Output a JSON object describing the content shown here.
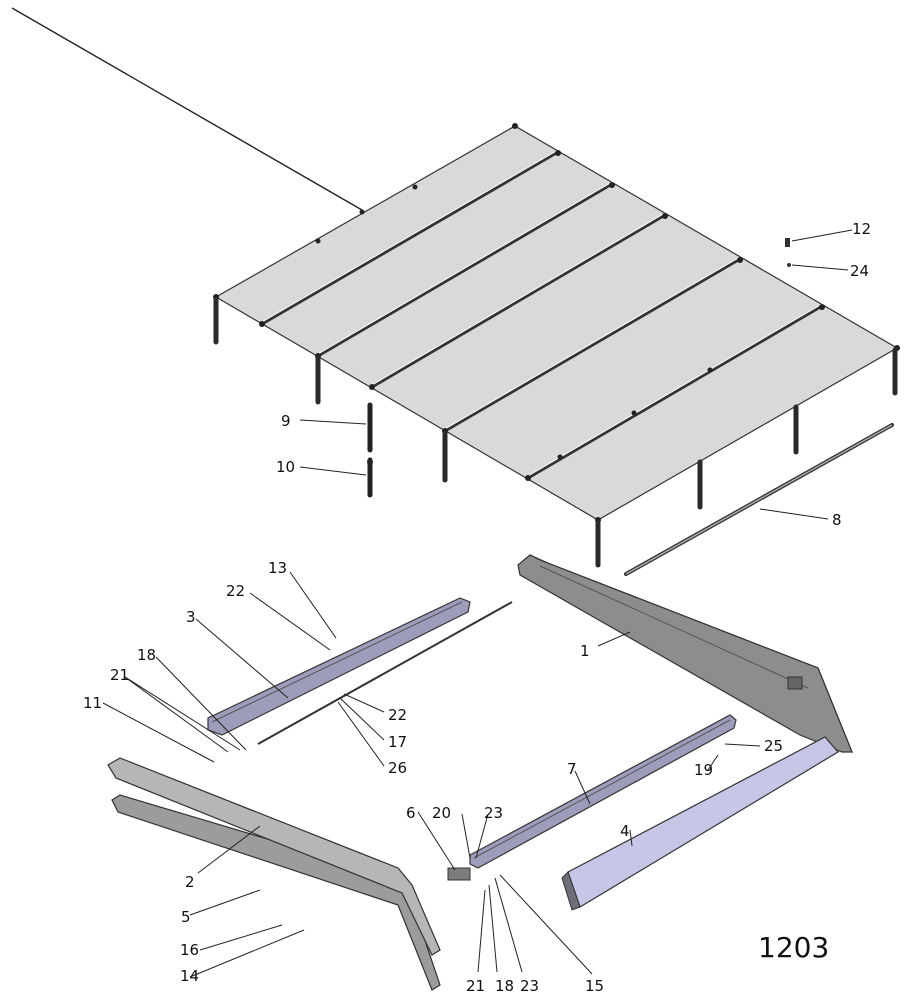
{
  "figure_number": "1203",
  "parts": [
    {
      "id": "p1",
      "label": "1"
    },
    {
      "id": "p2",
      "label": "2"
    },
    {
      "id": "p3",
      "label": "3"
    },
    {
      "id": "p4",
      "label": "4"
    },
    {
      "id": "p5",
      "label": "5"
    },
    {
      "id": "p6",
      "label": "6"
    },
    {
      "id": "p7",
      "label": "7"
    },
    {
      "id": "p8",
      "label": "8"
    },
    {
      "id": "p9",
      "label": "9"
    },
    {
      "id": "p10",
      "label": "10"
    },
    {
      "id": "p11",
      "label": "11"
    },
    {
      "id": "p12",
      "label": "12"
    },
    {
      "id": "p13",
      "label": "13"
    },
    {
      "id": "p14",
      "label": "14"
    },
    {
      "id": "p15",
      "label": "15"
    },
    {
      "id": "p16",
      "label": "16"
    },
    {
      "id": "p17",
      "label": "17"
    },
    {
      "id": "p18a",
      "label": "18"
    },
    {
      "id": "p18b",
      "label": "18"
    },
    {
      "id": "p19",
      "label": "19"
    },
    {
      "id": "p20",
      "label": "20"
    },
    {
      "id": "p21a",
      "label": "21"
    },
    {
      "id": "p21b",
      "label": "21"
    },
    {
      "id": "p22a",
      "label": "22"
    },
    {
      "id": "p22b",
      "label": "22"
    },
    {
      "id": "p23a",
      "label": "23"
    },
    {
      "id": "p23b",
      "label": "23"
    },
    {
      "id": "p24",
      "label": "24"
    },
    {
      "id": "p25",
      "label": "25"
    },
    {
      "id": "p26",
      "label": "26"
    }
  ]
}
